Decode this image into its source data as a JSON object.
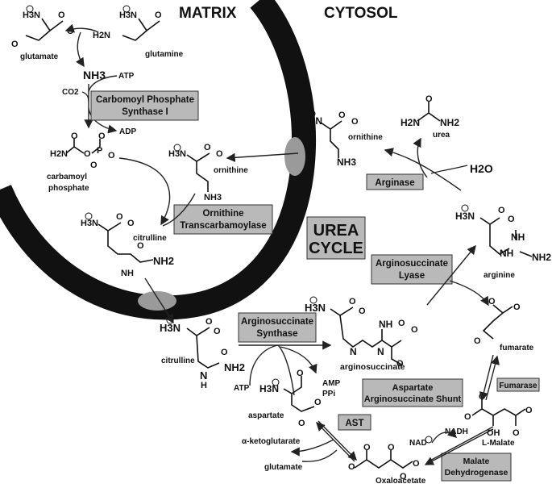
{
  "compartments": {
    "matrix": "MATRIX",
    "cytosol": "CYTOSOL"
  },
  "title": {
    "line1": "UREA",
    "line2": "CYCLE"
  },
  "enzymes": {
    "cps1_line1": "Carbomoyl Phosphate",
    "cps1_line2": "Synthase I",
    "otc_line1": "Ornithine",
    "otc_line2": "Transcarbamoylase",
    "arginase": "Arginase",
    "asl_line1": "Arginosuccinate",
    "asl_line2": "Lyase",
    "ass_line1": "Arginosuccinate",
    "ass_line2": "Synthase",
    "shunt_line1": "Aspartate",
    "shunt_line2": "Arginosuccinate Shunt",
    "ast": "AST",
    "fumarase": "Fumarase",
    "mdh_line1": "Malate",
    "mdh_line2": "Dehydrogenase"
  },
  "metabolites": {
    "glutamate_top": "glutamate",
    "glutamine": "glutamine",
    "nh3": "NH3",
    "co2": "CO2",
    "atp_top": "ATP",
    "adp": "ADP",
    "carbamoyl1": "carbamoyl",
    "carbamoyl2": "phosphate",
    "ornithine_matrix": "ornithine",
    "ornithine_cytosol": "ornithine",
    "citrulline_matrix": "citrulline",
    "citrulline_cytosol": "citrulline",
    "urea": "urea",
    "h2o": "H2O",
    "arginine": "arginine",
    "arginosuccinate": "arginosuccinate",
    "fumarate": "fumarate",
    "l_malate": "L-Malate",
    "aspartate": "aspartate",
    "atp_bottom": "ATP",
    "amp": "AMP",
    "ppi": "PPi",
    "akg": "α-ketoglutarate",
    "glutamate_bottom": "glutamate",
    "oxaloacetate": "Oxaloacetate",
    "nad": "NAD",
    "nadh": "NADH"
  },
  "groups": {
    "h3n": "H3N",
    "nh3": "NH3",
    "nh2": "NH2",
    "h2n": "H2N",
    "nh": "NH",
    "n": "N",
    "h": "H",
    "o": "O",
    "p": "P",
    "oh": "OH"
  },
  "colors": {
    "membrane": "#111111",
    "transporter": "#9a9a9a",
    "enzyme_box": "#b9b9b9"
  }
}
